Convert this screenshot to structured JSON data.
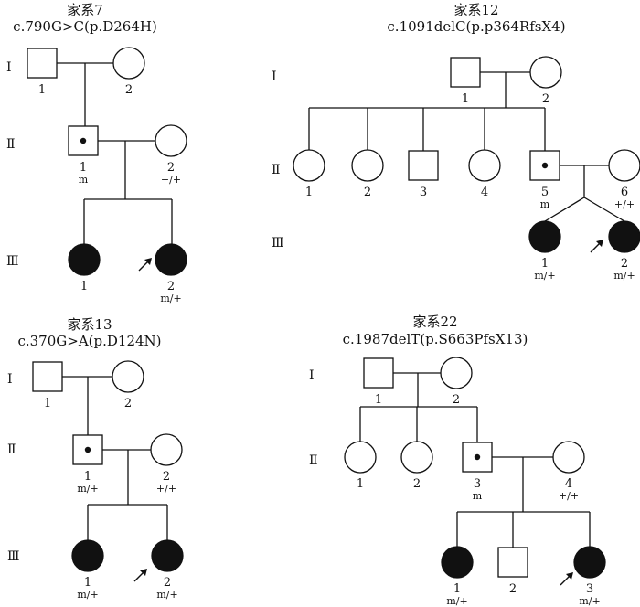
{
  "families": [
    {
      "title": "家系7",
      "mutation": "c.790G>C(p.D264H)",
      "generations": [
        "Ⅰ",
        "Ⅱ",
        "Ⅲ"
      ],
      "individuals": [
        {
          "label": "1",
          "sex": "male",
          "status": "normal"
        },
        {
          "label": "2",
          "sex": "female",
          "status": "normal"
        },
        {
          "label": "1",
          "sex": "male",
          "status": "carrier",
          "genotype": "m"
        },
        {
          "label": "2",
          "sex": "female",
          "status": "normal",
          "genotype": "+/+"
        },
        {
          "label": "1",
          "sex": "female",
          "status": "affected"
        },
        {
          "label": "2",
          "sex": "female",
          "status": "affected",
          "genotype": "m/+",
          "proband": true
        }
      ]
    },
    {
      "title": "家系12",
      "mutation": "c.1091delC(p.p364RfsX4)",
      "generations": [
        "Ⅰ",
        "Ⅱ",
        "Ⅲ"
      ],
      "individuals": [
        {
          "label": "1",
          "sex": "male",
          "status": "normal"
        },
        {
          "label": "2",
          "sex": "female",
          "status": "normal"
        },
        {
          "label": "1",
          "sex": "female",
          "status": "normal"
        },
        {
          "label": "2",
          "sex": "female",
          "status": "normal"
        },
        {
          "label": "3",
          "sex": "male",
          "status": "normal"
        },
        {
          "label": "4",
          "sex": "female",
          "status": "normal"
        },
        {
          "label": "5",
          "sex": "male",
          "status": "carrier",
          "genotype": "m"
        },
        {
          "label": "6",
          "sex": "female",
          "status": "normal",
          "genotype": "+/+"
        },
        {
          "label": "1",
          "sex": "female",
          "status": "affected",
          "genotype": "m/+"
        },
        {
          "label": "2",
          "sex": "female",
          "status": "affected",
          "genotype": "m/+",
          "proband": true
        }
      ]
    },
    {
      "title": "家系13",
      "mutation": "c.370G>A(p.D124N)",
      "generations": [
        "Ⅰ",
        "Ⅱ",
        "Ⅲ"
      ],
      "individuals": [
        {
          "label": "1",
          "sex": "male",
          "status": "normal"
        },
        {
          "label": "2",
          "sex": "female",
          "status": "normal"
        },
        {
          "label": "1",
          "sex": "male",
          "status": "carrier",
          "genotype": "m/+"
        },
        {
          "label": "2",
          "sex": "female",
          "status": "normal",
          "genotype": "+/+"
        },
        {
          "label": "1",
          "sex": "female",
          "status": "affected",
          "genotype": "m/+"
        },
        {
          "label": "2",
          "sex": "female",
          "status": "affected",
          "genotype": "m/+",
          "proband": true
        }
      ]
    },
    {
      "title": "家系22",
      "mutation": "c.1987delT(p.S663PfsX13)",
      "generations": [
        "Ⅰ",
        "Ⅱ"
      ],
      "individuals": [
        {
          "label": "1",
          "sex": "male",
          "status": "normal"
        },
        {
          "label": "2",
          "sex": "female",
          "status": "normal"
        },
        {
          "label": "1",
          "sex": "female",
          "status": "normal"
        },
        {
          "label": "2",
          "sex": "female",
          "status": "normal"
        },
        {
          "label": "3",
          "sex": "male",
          "status": "carrier",
          "genotype": "m"
        },
        {
          "label": "4",
          "sex": "female",
          "status": "normal",
          "genotype": "+/+"
        },
        {
          "label": "1",
          "sex": "female",
          "status": "affected",
          "genotype": "m/+"
        },
        {
          "label": "2",
          "sex": "male",
          "status": "normal"
        },
        {
          "label": "3",
          "sex": "female",
          "status": "affected",
          "genotype": "m/+",
          "proband": true
        }
      ]
    }
  ]
}
